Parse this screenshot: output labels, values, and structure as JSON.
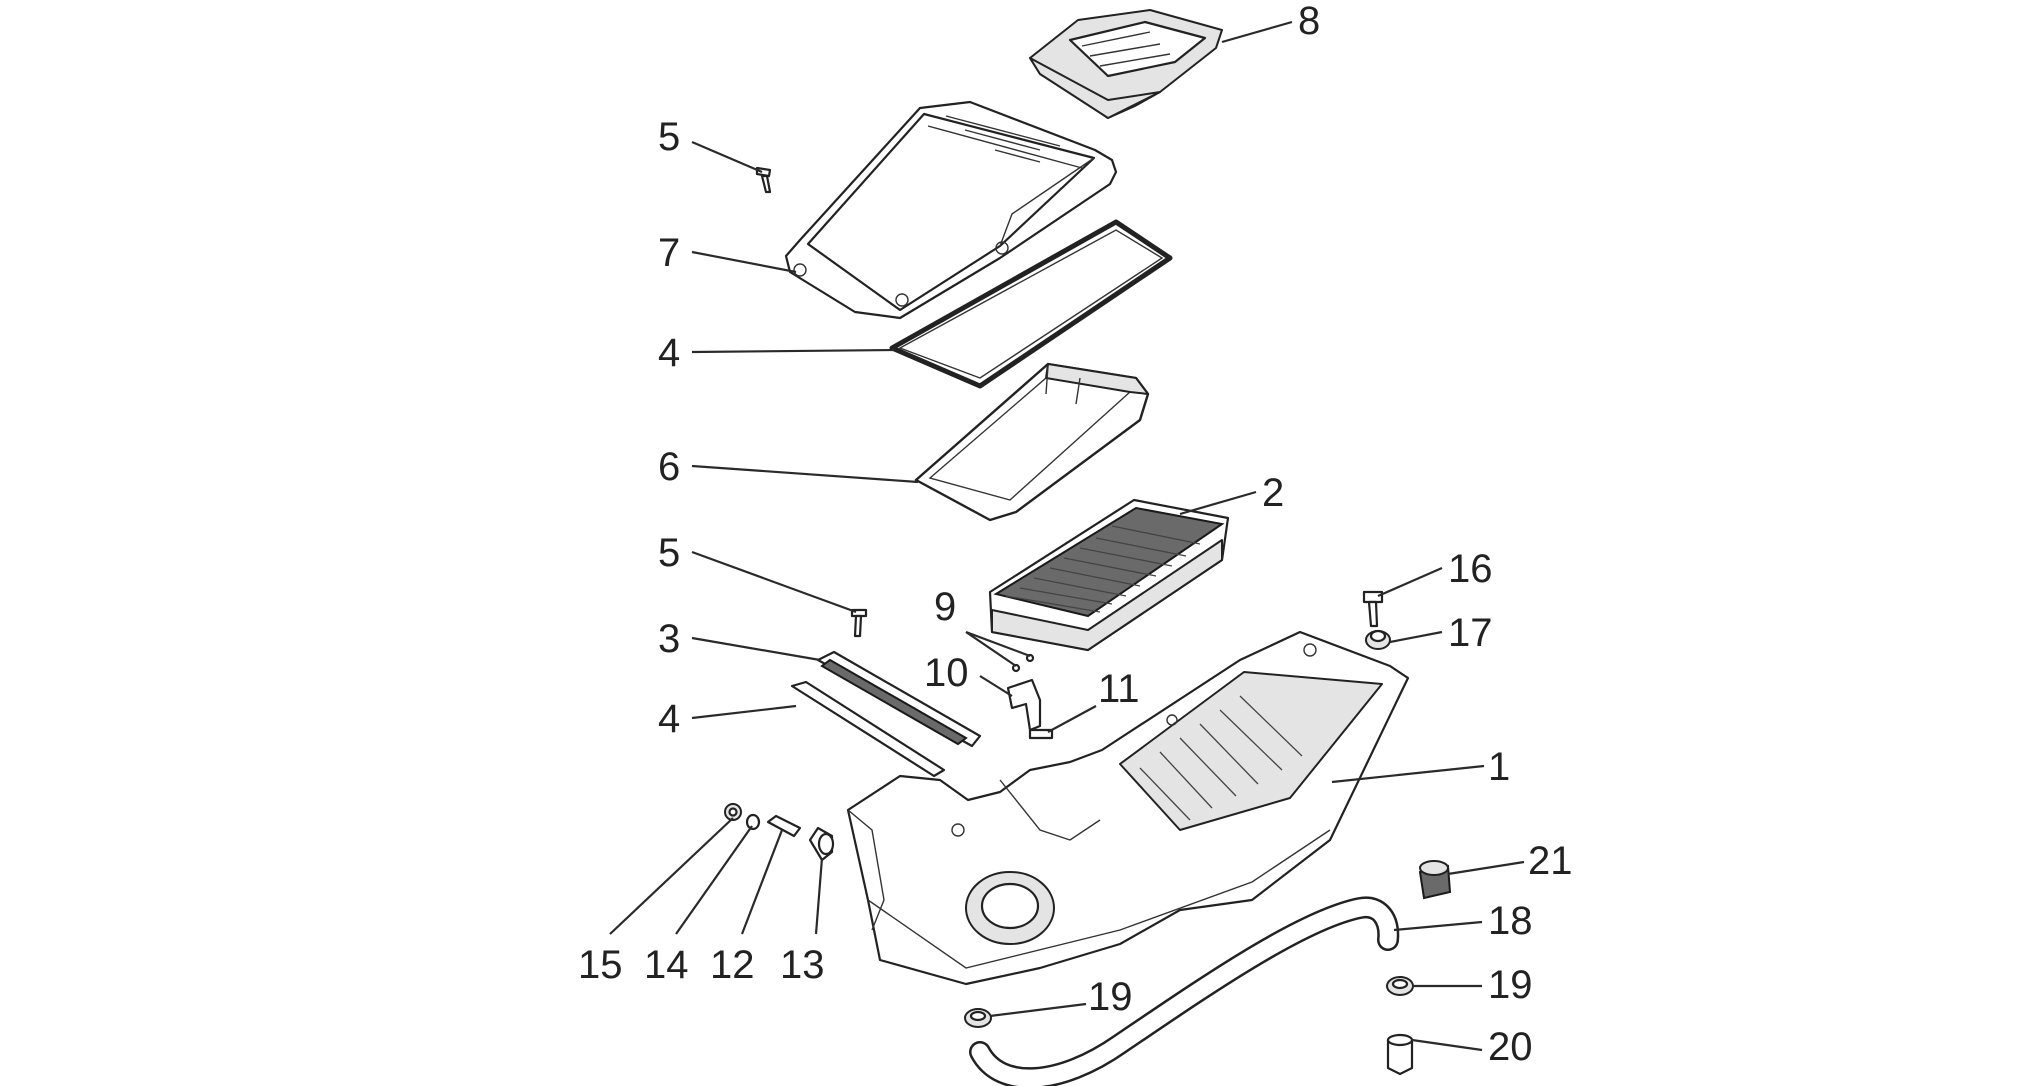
{
  "callouts": [
    {
      "id": "c8",
      "text": "8"
    },
    {
      "id": "c5a",
      "text": "5"
    },
    {
      "id": "c7",
      "text": "7"
    },
    {
      "id": "c4a",
      "text": "4"
    },
    {
      "id": "c6",
      "text": "6"
    },
    {
      "id": "c2",
      "text": "2"
    },
    {
      "id": "c5b",
      "text": "5"
    },
    {
      "id": "c16",
      "text": "16"
    },
    {
      "id": "c9",
      "text": "9"
    },
    {
      "id": "c3",
      "text": "3"
    },
    {
      "id": "c17",
      "text": "17"
    },
    {
      "id": "c10",
      "text": "10"
    },
    {
      "id": "c11",
      "text": "11"
    },
    {
      "id": "c4b",
      "text": "4"
    },
    {
      "id": "c1",
      "text": "1"
    },
    {
      "id": "c21",
      "text": "21"
    },
    {
      "id": "c18",
      "text": "18"
    },
    {
      "id": "c15",
      "text": "15"
    },
    {
      "id": "c14",
      "text": "14"
    },
    {
      "id": "c12",
      "text": "12"
    },
    {
      "id": "c13",
      "text": "13"
    },
    {
      "id": "c19a",
      "text": "19"
    },
    {
      "id": "c19b",
      "text": "19"
    },
    {
      "id": "c20",
      "text": "20"
    }
  ]
}
